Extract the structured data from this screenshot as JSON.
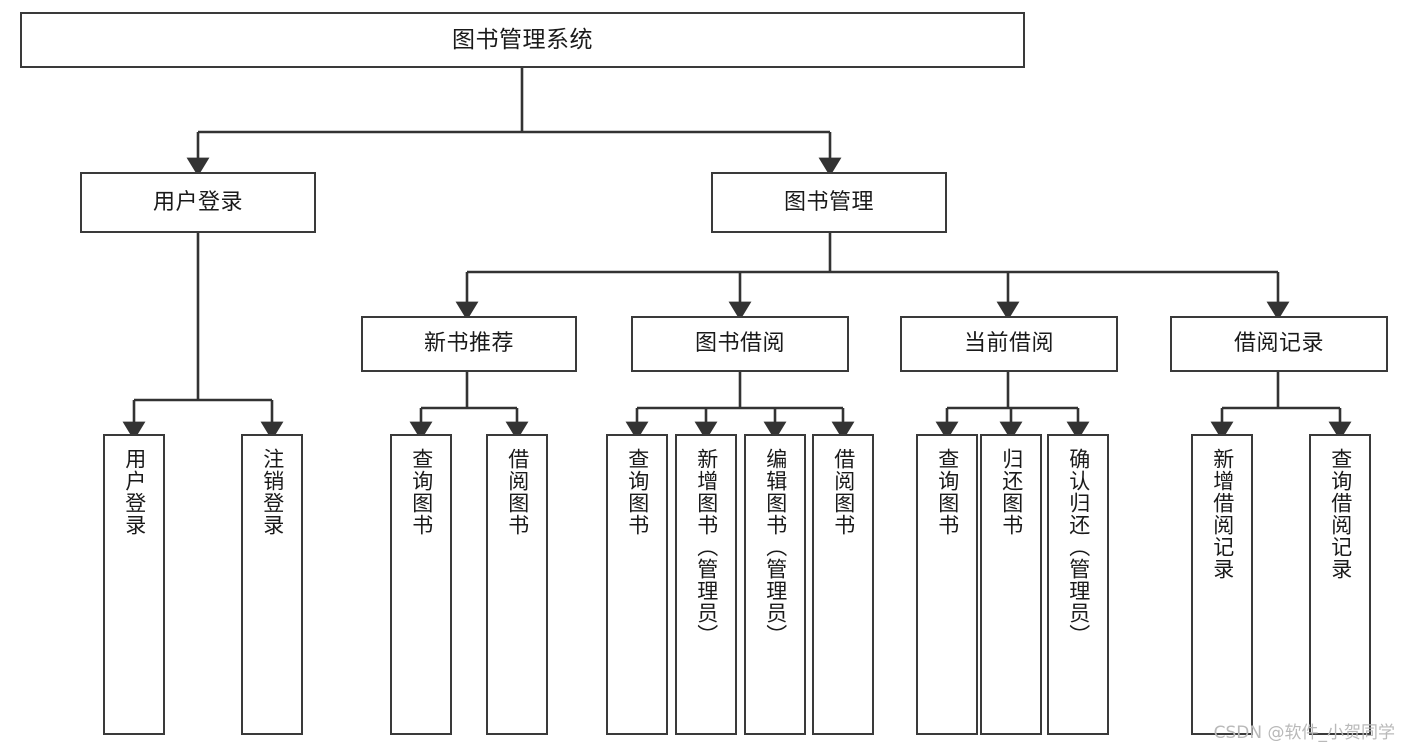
{
  "diagram": {
    "type": "tree-hierarchy-chart",
    "title": "图书管理系统",
    "colors": {
      "box_border": "#3a3a3a",
      "box_fill": "#ffffff",
      "edge": "#333333",
      "text": "#1a1a1a",
      "watermark": "#b9b9b9",
      "background": "#ffffff"
    },
    "nodes": {
      "root": {
        "label": "图书管理系统",
        "level": 1,
        "orientation": "horizontal"
      },
      "l2": [
        {
          "id": "user-login",
          "label": "用户登录",
          "level": 2,
          "orientation": "horizontal"
        },
        {
          "id": "book-management",
          "label": "图书管理",
          "level": 2,
          "orientation": "horizontal"
        }
      ],
      "l3": [
        {
          "id": "new-book-recommend",
          "label": "新书推荐",
          "level": 3,
          "orientation": "horizontal"
        },
        {
          "id": "book-borrow",
          "label": "图书借阅",
          "level": 3,
          "orientation": "horizontal"
        },
        {
          "id": "current-borrow",
          "label": "当前借阅",
          "level": 3,
          "orientation": "horizontal"
        },
        {
          "id": "borrow-record",
          "label": "借阅记录",
          "level": 3,
          "orientation": "horizontal"
        }
      ],
      "leaves": [
        {
          "id": "leaf-user-login",
          "label": "用户登录",
          "parent": "user-login",
          "orientation": "vertical"
        },
        {
          "id": "leaf-logout-login",
          "label": "注销登录",
          "parent": "user-login",
          "orientation": "vertical"
        },
        {
          "id": "leaf-query-book-1",
          "label": "查询图书",
          "parent": "new-book-recommend",
          "orientation": "vertical"
        },
        {
          "id": "leaf-borrow-book-1",
          "label": "借阅图书",
          "parent": "new-book-recommend",
          "orientation": "vertical"
        },
        {
          "id": "leaf-query-book-2",
          "label": "查询图书",
          "parent": "book-borrow",
          "orientation": "vertical"
        },
        {
          "id": "leaf-add-book-admin",
          "label": "新增图书（管理员）",
          "parent": "book-borrow",
          "orientation": "vertical"
        },
        {
          "id": "leaf-edit-book-admin",
          "label": "编辑图书（管理员）",
          "parent": "book-borrow",
          "orientation": "vertical"
        },
        {
          "id": "leaf-borrow-book-2",
          "label": "借阅图书",
          "parent": "book-borrow",
          "orientation": "vertical"
        },
        {
          "id": "leaf-query-book-3",
          "label": "查询图书",
          "parent": "current-borrow",
          "orientation": "vertical"
        },
        {
          "id": "leaf-return-book",
          "label": "归还图书",
          "parent": "current-borrow",
          "orientation": "vertical"
        },
        {
          "id": "leaf-confirm-return-admin",
          "label": "确认归还（管理员）",
          "parent": "current-borrow",
          "orientation": "vertical"
        },
        {
          "id": "leaf-add-borrow-record",
          "label": "新增借阅记录",
          "parent": "borrow-record",
          "orientation": "vertical"
        },
        {
          "id": "leaf-query-borrow-record",
          "label": "查询借阅记录",
          "parent": "borrow-record",
          "orientation": "vertical"
        }
      ]
    },
    "watermark": "CSDN @软件_小贺同学"
  }
}
